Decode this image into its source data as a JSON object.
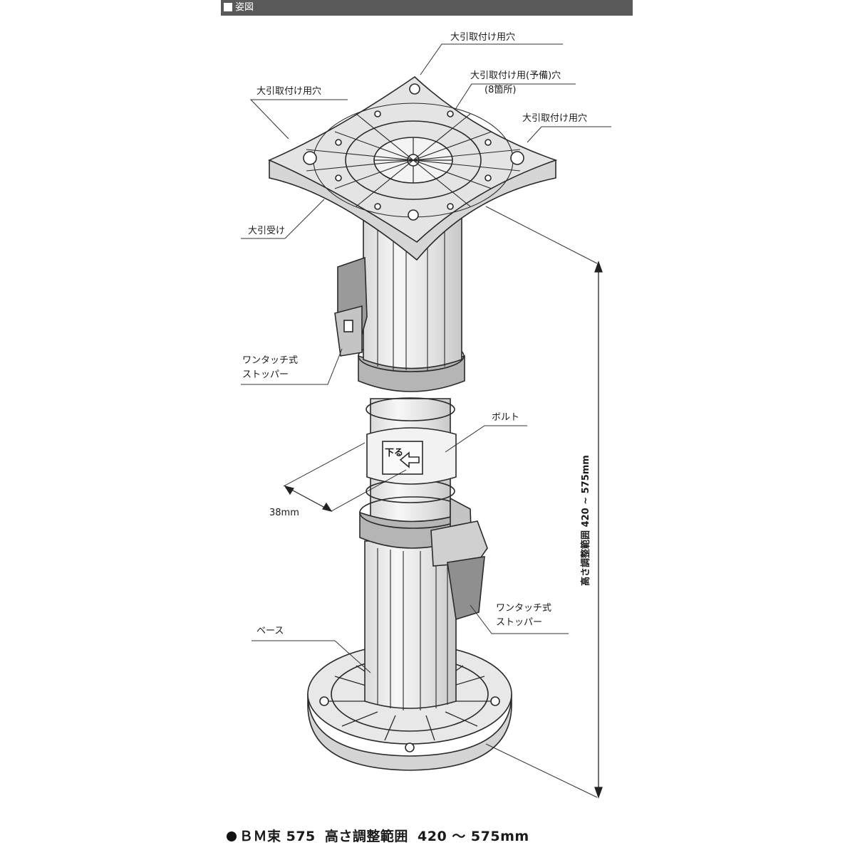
{
  "header": {
    "title": "姿図"
  },
  "labels": {
    "hole_top": "大引取付け用穴",
    "hole_spare_1": "大引取付け用(予備)穴",
    "hole_spare_2": "(8箇所)",
    "hole_left": "大引取付け用穴",
    "hole_right": "大引取付け用穴",
    "receiver": "大引受け",
    "stopper_upper_1": "ワンタッチ式",
    "stopper_upper_2": "ストッパー",
    "bolt": "ボルト",
    "dimension_38": "38mm",
    "stopper_lower_1": "ワンタッチ式",
    "stopper_lower_2": "ストッパー",
    "base": "ベース",
    "height_range_vertical": "高さ調整範囲 420 ~ 575mm",
    "collar_text": "下る"
  },
  "caption": {
    "model": "ＢＭ束 575",
    "range_label": "高さ調整範囲",
    "range_value": "420 ～ 575mm"
  },
  "colors": {
    "header_bg": "#595959",
    "body_fill": "#ececec",
    "band_fill": "#b5b5b5",
    "line": "#2a2a2a"
  }
}
